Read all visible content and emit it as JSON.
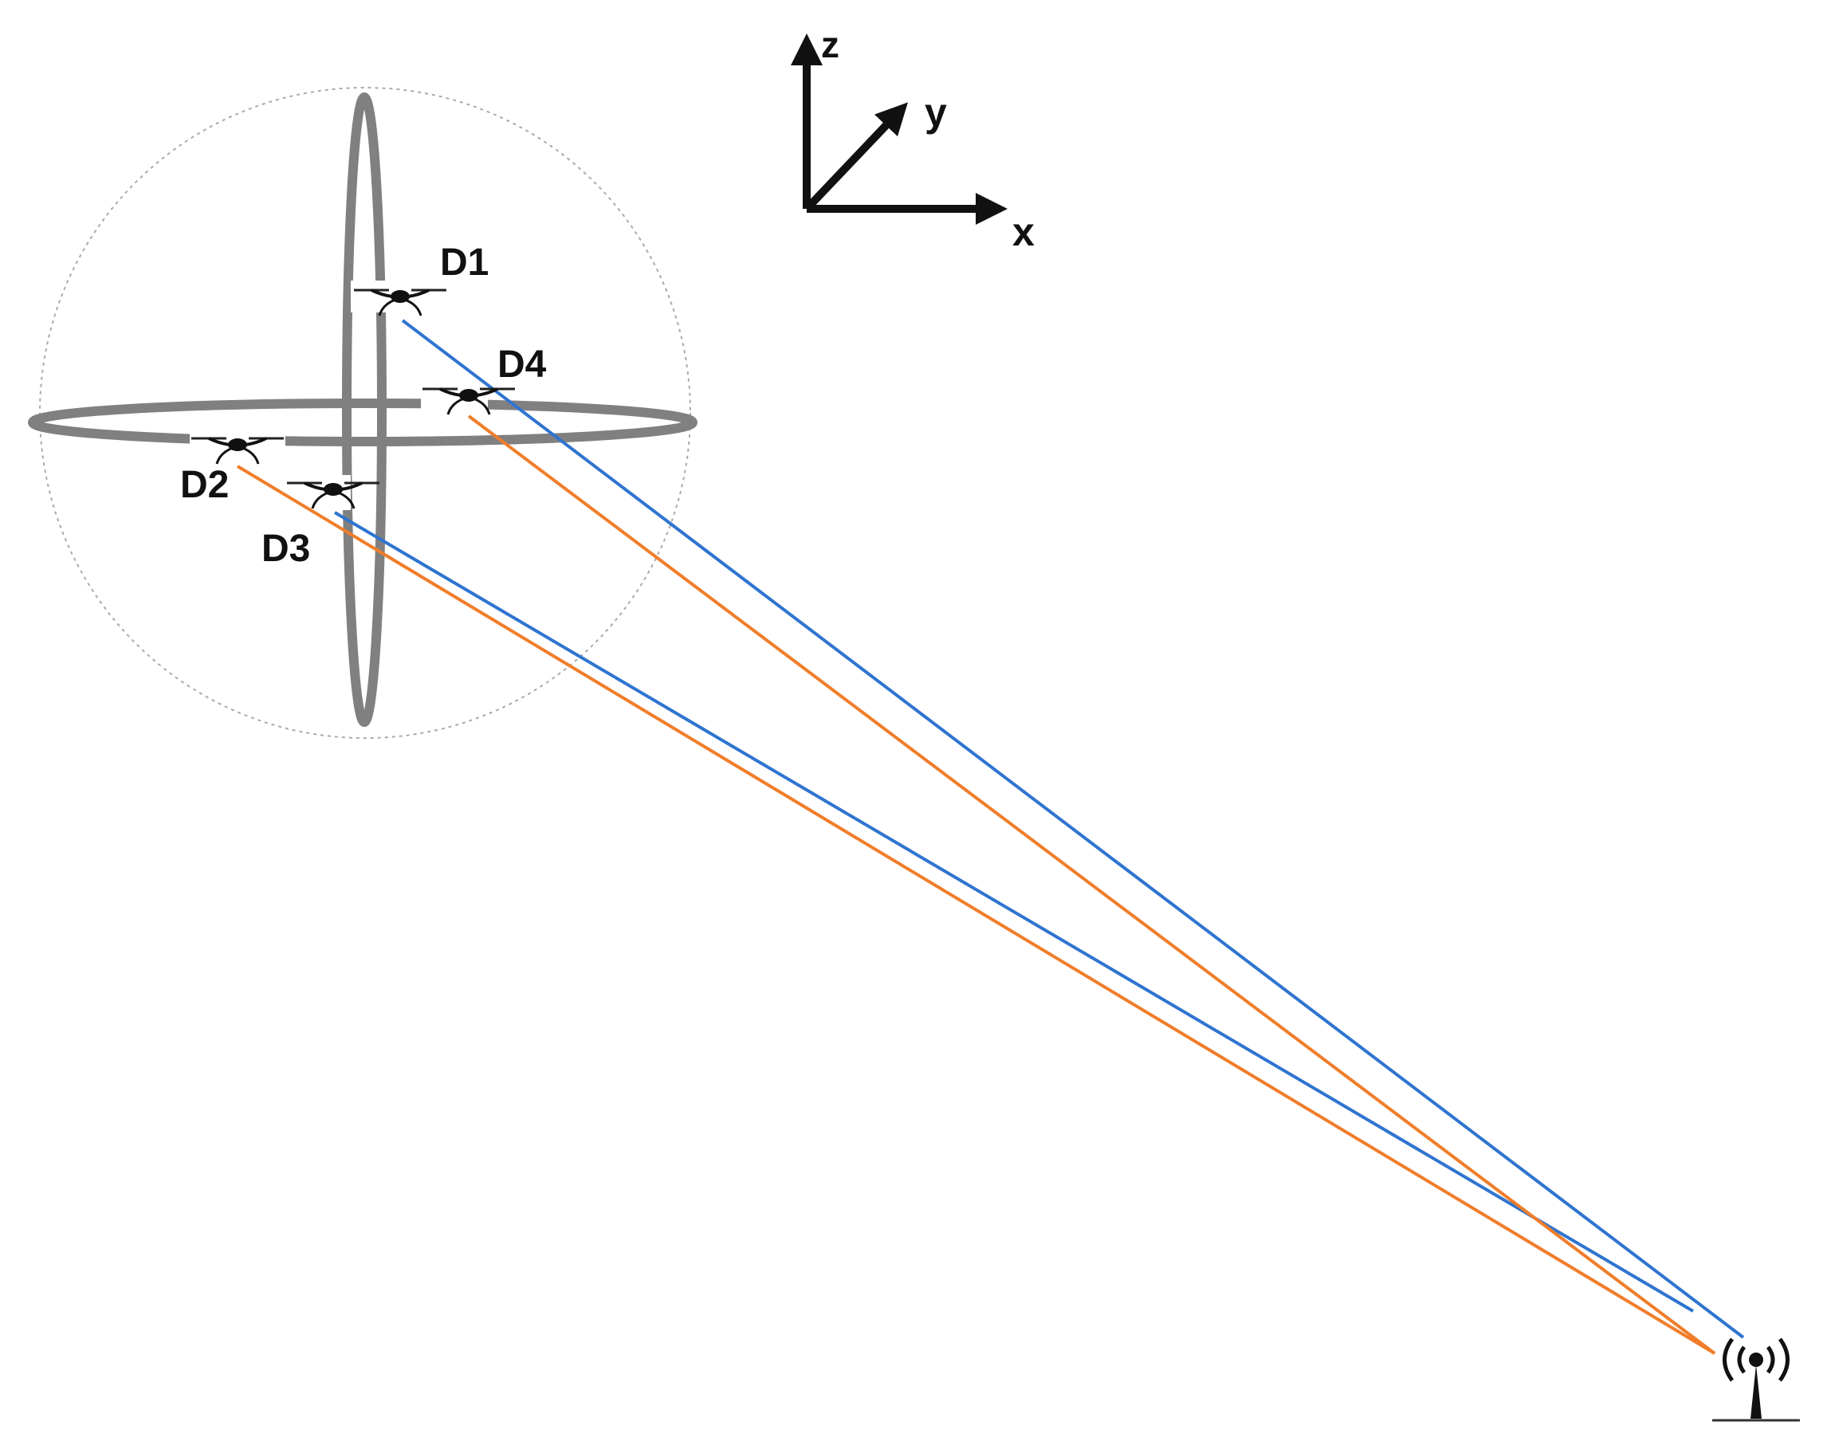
{
  "axes": {
    "z": "z",
    "y": "y",
    "x": "x"
  },
  "drones": {
    "d1": "D1",
    "d2": "D2",
    "d3": "D3",
    "d4": "D4"
  },
  "colors": {
    "blue_link": "#2f74d0",
    "orange_link": "#f07d2a",
    "ring": "#808080",
    "sphere": "#aaaaaa",
    "ink": "#111111"
  },
  "icons": {
    "drone": "quadcopter-drone-icon",
    "tower": "radio-tower-icon"
  }
}
